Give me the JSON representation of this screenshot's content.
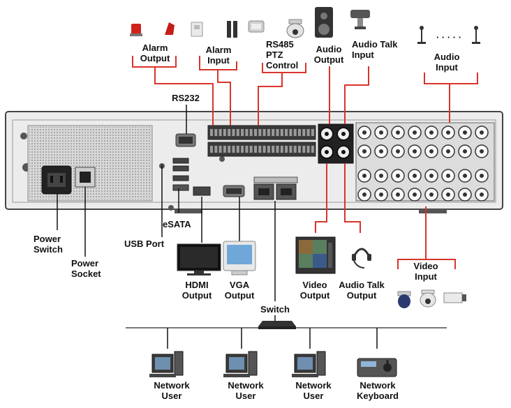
{
  "labels": {
    "alarm_output": [
      "Alarm",
      "Output"
    ],
    "alarm_input": [
      "Alarm",
      "Input"
    ],
    "rs485": [
      "RS485",
      "PTZ",
      "Control"
    ],
    "audio_output": [
      "Audio",
      "Output"
    ],
    "audio_talk_input": [
      "Audio Talk",
      "Input"
    ],
    "audio_input": [
      "Audio",
      "Input"
    ],
    "rs232": [
      "RS232"
    ],
    "power_switch": [
      "Power",
      "Switch"
    ],
    "power_socket": [
      "Power",
      "Socket"
    ],
    "usb_port": [
      "USB Port"
    ],
    "esata": [
      "eSATA"
    ],
    "hdmi_output": [
      "HDMI",
      "Output"
    ],
    "vga_output": [
      "VGA",
      "Output"
    ],
    "switch": [
      "Switch"
    ],
    "video_output": [
      "Video",
      "Output"
    ],
    "audio_talk_output": [
      "Audio Talk",
      "Output"
    ],
    "video_input": [
      "Video",
      "Input"
    ],
    "network_user_1": [
      "Network",
      "User"
    ],
    "network_user_2": [
      "Network",
      "User"
    ],
    "network_user_3": [
      "Network",
      "User"
    ],
    "network_keyboard": [
      "Network",
      "Keyboard"
    ]
  },
  "colors": {
    "connector_line": "#d9342b",
    "panel": "#e6e6e6",
    "panel_border": "#444444",
    "network_bus": "#777777"
  },
  "icons": {
    "alarm_output": [
      "siren-icon",
      "strobe-light-icon"
    ],
    "alarm_input": [
      "motion-sensor-icon",
      "door-contact-icon",
      "smoke-detector-icon"
    ],
    "rs485": [
      "speed-dome-camera-icon"
    ],
    "audio_output": [
      "speaker-icon"
    ],
    "audio_talk_input": [
      "microphone-icon"
    ],
    "audio_input": [
      "microphone-array-icon"
    ],
    "hdmi_output": [
      "lcd-monitor-icon"
    ],
    "vga_output": [
      "crt-monitor-icon"
    ],
    "video_output": [
      "tv-monitor-icon"
    ],
    "audio_talk_output": [
      "headset-icon"
    ],
    "video_input": [
      "dome-camera-icon",
      "ptz-camera-icon",
      "box-camera-icon"
    ],
    "switch": [
      "network-switch-icon"
    ],
    "network_user": [
      "computer-workstation-icon"
    ],
    "network_keyboard": [
      "ptz-keyboard-icon"
    ]
  }
}
